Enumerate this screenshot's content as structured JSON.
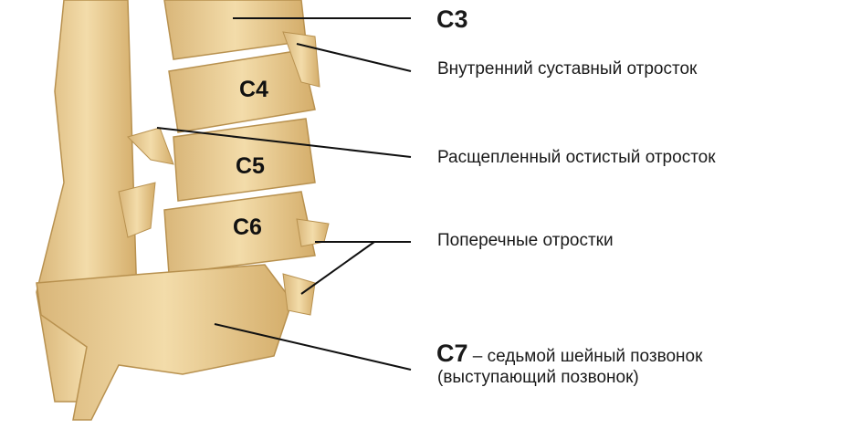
{
  "title_labels": {
    "c3": "C3",
    "inner_process": "Внутренний суставный отросток",
    "split_spinous": "Расщепленный остистый отросток",
    "transverse": "Поперечные отростки",
    "c7_code": "C7",
    "c7_desc": " – седьмой шейный позвонок",
    "c7_note": "(выступающий позвонок)"
  },
  "vertebra_labels": [
    "C4",
    "C5",
    "C6"
  ],
  "colors": {
    "bone": "#ecd29a",
    "bone_shadow": "#c9a25e",
    "line": "#111111"
  }
}
